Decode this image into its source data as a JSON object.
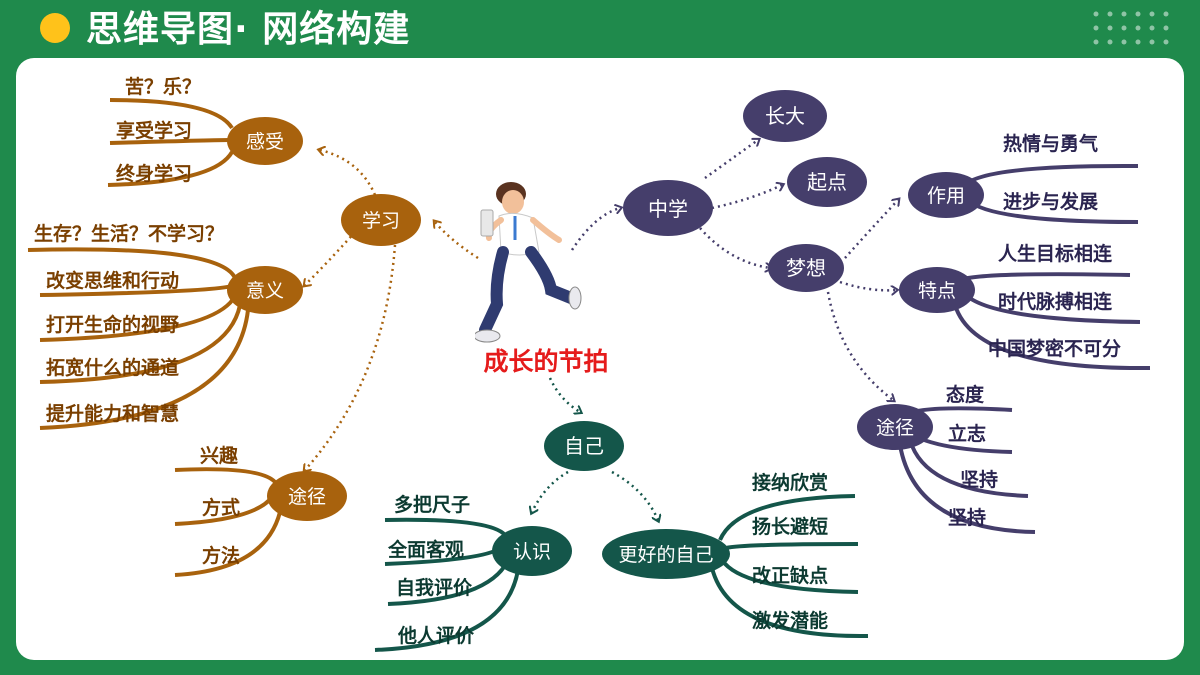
{
  "header": {
    "title": "思维导图· 网络构建"
  },
  "center": {
    "label": "成长的节拍"
  },
  "colors": {
    "green_bg": "#1f8a4c",
    "brown": "#a8620d",
    "purple": "#453e6b",
    "teal": "#14564a",
    "red": "#e51b1b",
    "accent_dot": "#ffc21a"
  },
  "left": {
    "study": "学习",
    "feel": {
      "label": "感受",
      "items": [
        "苦？乐？",
        "享受学习",
        "终身学习"
      ]
    },
    "meaning": {
      "label": "意义",
      "items": [
        "生存？生活？不学习？",
        "改变思维和行动",
        "打开生命的视野",
        "拓宽什么的通道",
        "提升能力和智慧"
      ]
    },
    "way": {
      "label": "途径",
      "items": [
        "兴趣",
        "方式",
        "方法"
      ]
    }
  },
  "right": {
    "middle": "中学",
    "grow": "长大",
    "start": "起点",
    "dream": "梦想",
    "effect": {
      "label": "作用",
      "items": [
        "热情与勇气",
        "进步与发展"
      ]
    },
    "trait": {
      "label": "特点",
      "items": [
        "人生目标相连",
        "时代脉搏相连",
        "中国梦密不可分"
      ]
    },
    "way": {
      "label": "途径",
      "items": [
        "态度",
        "立志",
        "坚持",
        "坚持"
      ]
    }
  },
  "bottom": {
    "self": "自己",
    "know": {
      "label": "认识",
      "items": [
        "多把尺子",
        "全面客观",
        "自我评价",
        "他人评价"
      ]
    },
    "better": {
      "label": "更好的自己",
      "items": [
        "接纳欣赏",
        "扬长避短",
        "改正缺点",
        "激发潜能"
      ]
    }
  }
}
